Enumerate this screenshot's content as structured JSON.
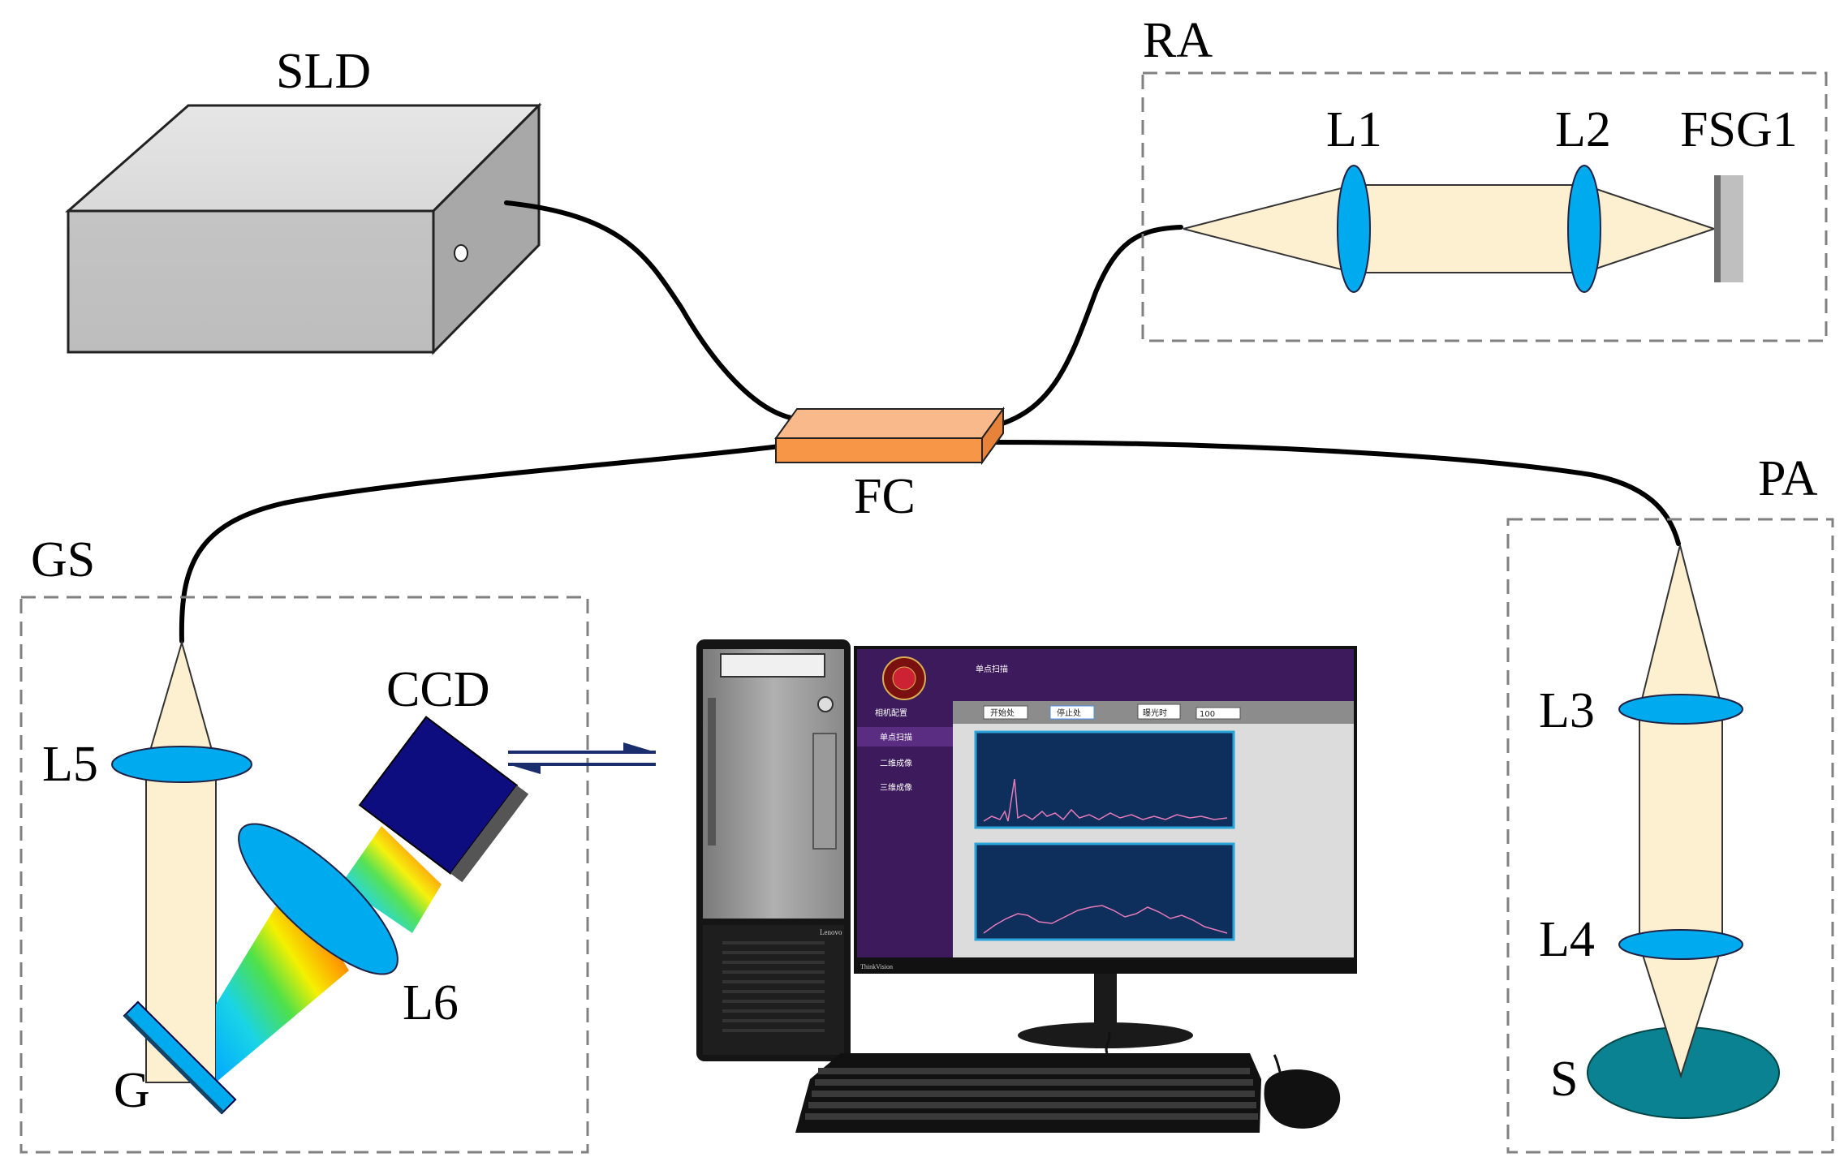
{
  "labels": {
    "sld": "SLD",
    "ra": "RA",
    "l1": "L1",
    "l2": "L2",
    "fsg1": "FSG1",
    "fc": "FC",
    "pa": "PA",
    "l3": "L3",
    "l4": "L4",
    "s": "S",
    "gs": "GS",
    "ccd": "CCD",
    "l5": "L5",
    "l6": "L6",
    "g": "G"
  },
  "computer": {
    "brand": "Lenovo",
    "monitor_brand": "ThinkVision",
    "window_title": "单点扫描",
    "sidebar_items": [
      "相机配置",
      "单点扫描",
      "二维成像",
      "三维成像"
    ],
    "buttons": [
      "开始处",
      "停止处",
      "曝光时"
    ],
    "exposure_value": "100"
  },
  "colors": {
    "fiber": "#000000",
    "beam": "#fdf0d0",
    "lens": "#00aaee",
    "coupler": "#f79646",
    "ccd": "#0d0d80",
    "grating": "#00aaee",
    "sample": "#0a8291",
    "frame_dash": "#808080",
    "ui_sidebar": "#3c1a5b",
    "ui_plot_bg": "#0e2e5c"
  }
}
